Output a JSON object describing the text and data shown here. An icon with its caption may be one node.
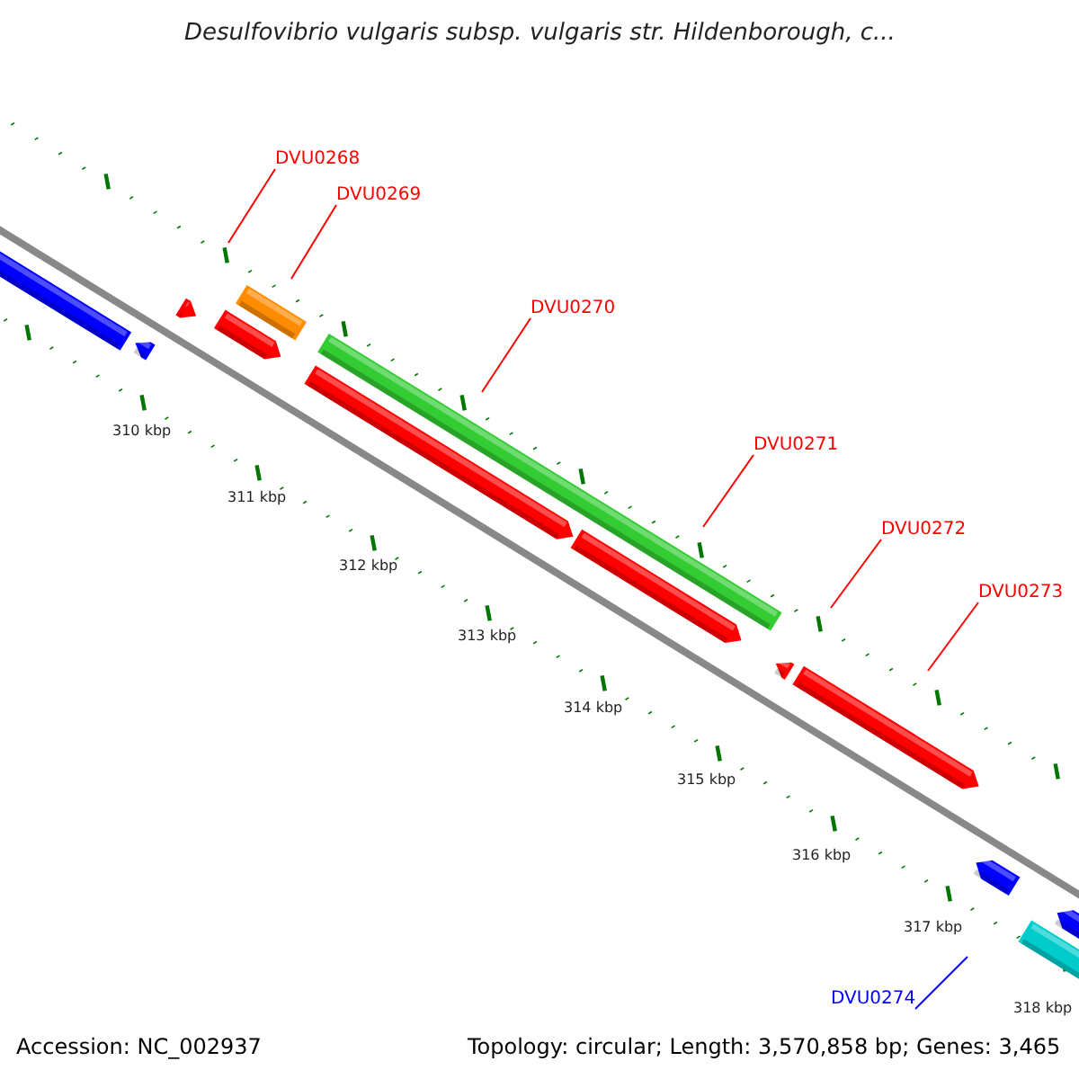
{
  "diagram": {
    "title": "Desulfovibrio vulgaris subsp. vulgaris str. Hildenborough, c...",
    "nodes": [
      {
        "text": [
          "DVU0268"
        ]
      },
      {
        "text": [
          "DVU0269"
        ]
      },
      {
        "text": [
          "DVU0270"
        ]
      },
      {
        "text": [
          "DVU0271"
        ]
      },
      {
        "text": [
          "DVU0272"
        ]
      },
      {
        "text": [
          "DVU0273"
        ]
      },
      {
        "text": [
          "DVU0274"
        ]
      }
    ],
    "edges": [
      {
        "from": 0,
        "to": null,
        "arrow": "none"
      },
      {
        "from": 1,
        "to": null,
        "arrow": "none"
      },
      {
        "from": 2,
        "to": null,
        "arrow": "none"
      },
      {
        "from": 3,
        "to": null,
        "arrow": "none"
      },
      {
        "from": 4,
        "to": null,
        "arrow": "none"
      },
      {
        "from": 5,
        "to": null,
        "arrow": "none"
      },
      {
        "from": 6,
        "to": null,
        "arrow": "none",
        "color": "#0000ff"
      }
    ],
    "labels": [
      "310 kbp",
      "311 kbp",
      "312 kbp",
      "313 kbp",
      "314 kbp",
      "315 kbp",
      "316 kbp",
      "317 kbp",
      "318 kbp",
      "Accession: NC_002937",
      "Topology: circular; Length: 3,570,858 bp; Genes: 3,465"
    ]
  }
}
